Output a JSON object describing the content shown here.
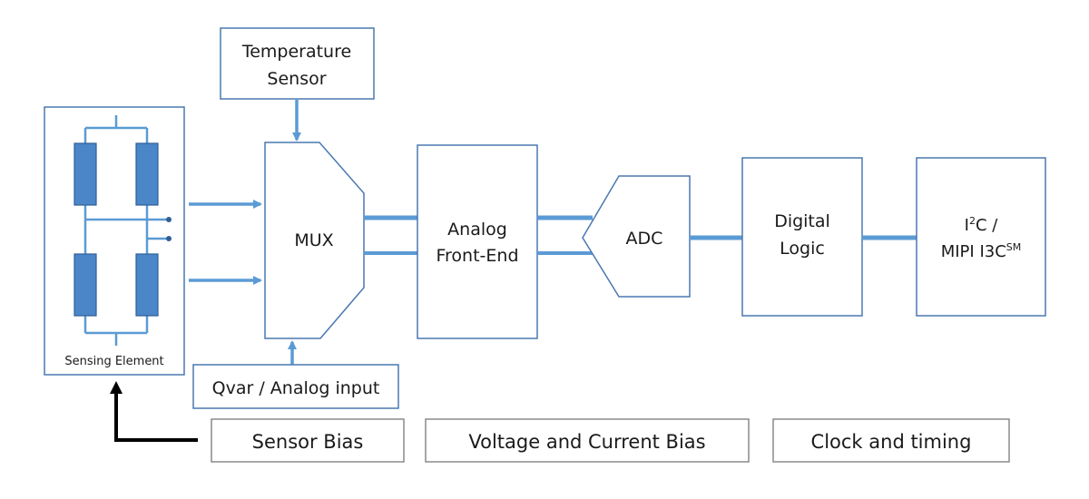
{
  "title": "Sensor signal chain block diagram",
  "colors": {
    "block_stroke": "#4a78b0",
    "signal_line": "#5b9bd5",
    "resistor_fill": "#4a86c8",
    "resistor_stroke": "#2f5f96",
    "bias_stroke": "#808080",
    "bias_arrow": "#000000",
    "text": "#1a1a1a"
  },
  "blocks": {
    "sensing_element": {
      "label": "Sensing Element"
    },
    "temperature_sensor": {
      "line1": "Temperature",
      "line2": "Sensor"
    },
    "mux": {
      "label": "MUX"
    },
    "qvar_input": {
      "label": "Qvar / Analog input"
    },
    "analog_front_end": {
      "line1": "Analog",
      "line2": "Front-End"
    },
    "adc": {
      "label": "ADC"
    },
    "digital_logic": {
      "line1": "Digital",
      "line2": "Logic"
    },
    "interface": {
      "line1_main": "I",
      "line1_sup": "2",
      "line1_rest": "C /",
      "line2_main": "MIPI I3C",
      "line2_sup": "SM"
    }
  },
  "bottom_blocks": [
    {
      "label": "Sensor Bias"
    },
    {
      "label": "Voltage and Current Bias"
    },
    {
      "label": "Clock and timing"
    }
  ],
  "connections": [
    {
      "from": "temperature_sensor",
      "to": "mux",
      "type": "arrow"
    },
    {
      "from": "sensing_element",
      "to": "mux",
      "type": "arrow",
      "count": 2
    },
    {
      "from": "qvar_input",
      "to": "mux",
      "type": "arrow"
    },
    {
      "from": "mux",
      "to": "analog_front_end",
      "type": "bus",
      "count": 2
    },
    {
      "from": "analog_front_end",
      "to": "adc",
      "type": "bus",
      "count": 2
    },
    {
      "from": "adc",
      "to": "digital_logic",
      "type": "bus"
    },
    {
      "from": "digital_logic",
      "to": "interface",
      "type": "bus"
    },
    {
      "from": "sensor_bias",
      "to": "sensing_element",
      "type": "arrow"
    }
  ]
}
